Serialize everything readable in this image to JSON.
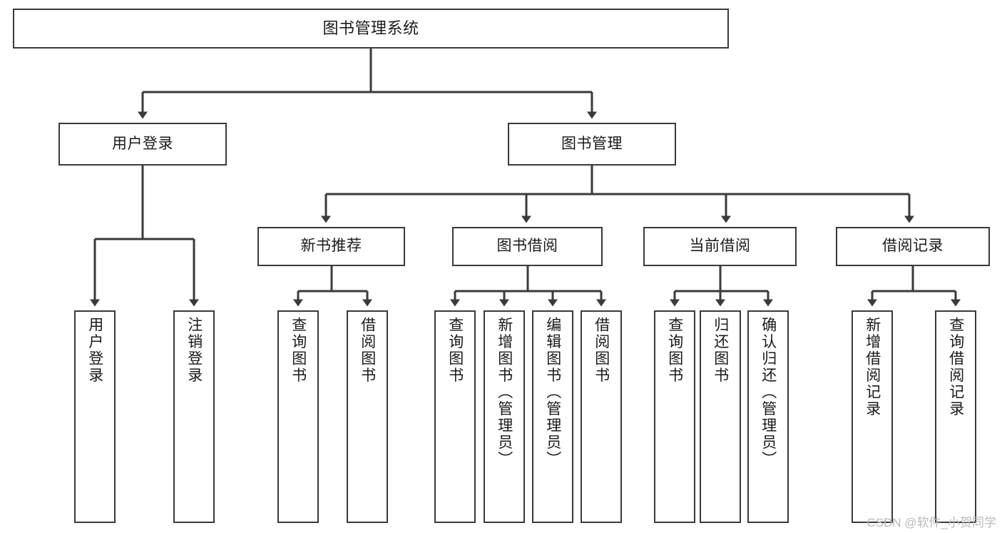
{
  "diagram": {
    "type": "tree",
    "title": "图书管理系统",
    "root": {
      "id": "root",
      "label": "图书管理系统"
    },
    "level1": [
      {
        "id": "user-login",
        "label": "用户登录"
      },
      {
        "id": "book-manage",
        "label": "图书管理"
      }
    ],
    "level2": [
      {
        "id": "new-book-rec",
        "label": "新书推荐",
        "parent": "book-manage"
      },
      {
        "id": "book-borrow",
        "label": "图书借阅",
        "parent": "book-manage"
      },
      {
        "id": "current-borrow",
        "label": "当前借阅",
        "parent": "book-manage"
      },
      {
        "id": "borrow-record",
        "label": "借阅记录",
        "parent": "book-manage"
      }
    ],
    "leaves": [
      {
        "id": "leaf-user-login",
        "label": "用户登录",
        "parent": "user-login"
      },
      {
        "id": "leaf-user-logout",
        "label": "注销登录",
        "parent": "user-login"
      },
      {
        "id": "leaf-rec-query",
        "label": "查询图书",
        "parent": "new-book-rec"
      },
      {
        "id": "leaf-rec-borrow",
        "label": "借阅图书",
        "parent": "new-book-rec"
      },
      {
        "id": "leaf-borrow-query",
        "label": "查询图书",
        "parent": "book-borrow"
      },
      {
        "id": "leaf-borrow-add",
        "label": "新增图书（管理员）",
        "parent": "book-borrow"
      },
      {
        "id": "leaf-borrow-edit",
        "label": "编辑图书（管理员）",
        "parent": "book-borrow"
      },
      {
        "id": "leaf-borrow-do",
        "label": "借阅图书",
        "parent": "book-borrow"
      },
      {
        "id": "leaf-cur-query",
        "label": "查询图书",
        "parent": "current-borrow"
      },
      {
        "id": "leaf-cur-return",
        "label": "归还图书",
        "parent": "current-borrow"
      },
      {
        "id": "leaf-cur-confirm",
        "label": "确认归还（管理员）",
        "parent": "current-borrow"
      },
      {
        "id": "leaf-rec-add",
        "label": "新增借阅记录",
        "parent": "borrow-record"
      },
      {
        "id": "leaf-rec-search",
        "label": "查询借阅记录",
        "parent": "borrow-record"
      }
    ]
  },
  "watermark": {
    "text": "CSDN @软件_小贺同学"
  },
  "colors": {
    "border": "#3a3a3a",
    "background": "#ffffff",
    "text": "#1a1a1a",
    "connector": "#3a3a3a",
    "watermark": "#b9b9b9"
  }
}
